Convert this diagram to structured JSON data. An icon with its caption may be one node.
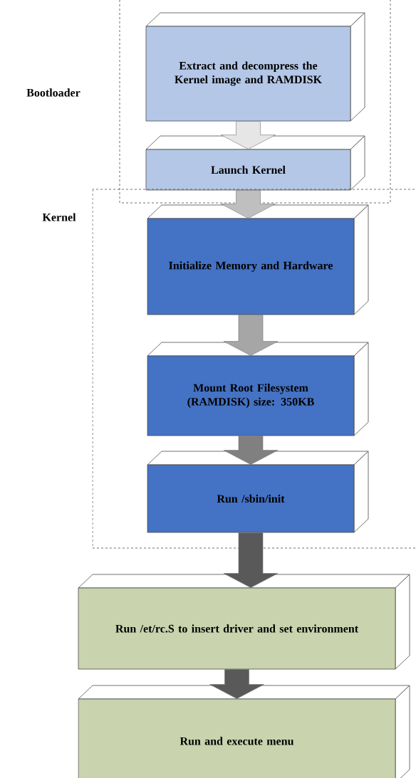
{
  "diagram": {
    "nodes": [
      {
        "text": [
          "Bootloader"
        ]
      },
      {
        "text": [
          "Extract and decompress the Kernel image and RAMDISK"
        ],
        "in": 0
      },
      {
        "text": [
          "Launch Kernel"
        ],
        "in": 0
      },
      {
        "text": [
          "Kernel"
        ]
      },
      {
        "text": [
          "Initialize Memory and Hardware"
        ],
        "in": 3
      },
      {
        "text": [
          "Mount Root Filesystem (RAMDISK) size: 350KB"
        ],
        "in": 3
      },
      {
        "text": [
          "Run /sbin/init"
        ],
        "in": 3
      },
      {
        "text": [
          "Run /et/rc.S to insert driver and set environment"
        ]
      },
      {
        "text": [
          "Run and execute menu"
        ]
      }
    ],
    "edges": [
      {
        "from": 1,
        "to": 2,
        "arrow": "to",
        "color": "#e6e6e6"
      },
      {
        "from": 2,
        "to": 4,
        "arrow": "to",
        "color": "#bfbfbf"
      },
      {
        "from": 4,
        "to": 5,
        "arrow": "to",
        "color": "#a6a6a6"
      },
      {
        "from": 5,
        "to": 6,
        "arrow": "to",
        "color": "#808080"
      },
      {
        "from": 6,
        "to": 7,
        "arrow": "to",
        "color": "#595959"
      },
      {
        "from": 7,
        "to": 8,
        "arrow": "to",
        "color": "#595959"
      }
    ]
  }
}
